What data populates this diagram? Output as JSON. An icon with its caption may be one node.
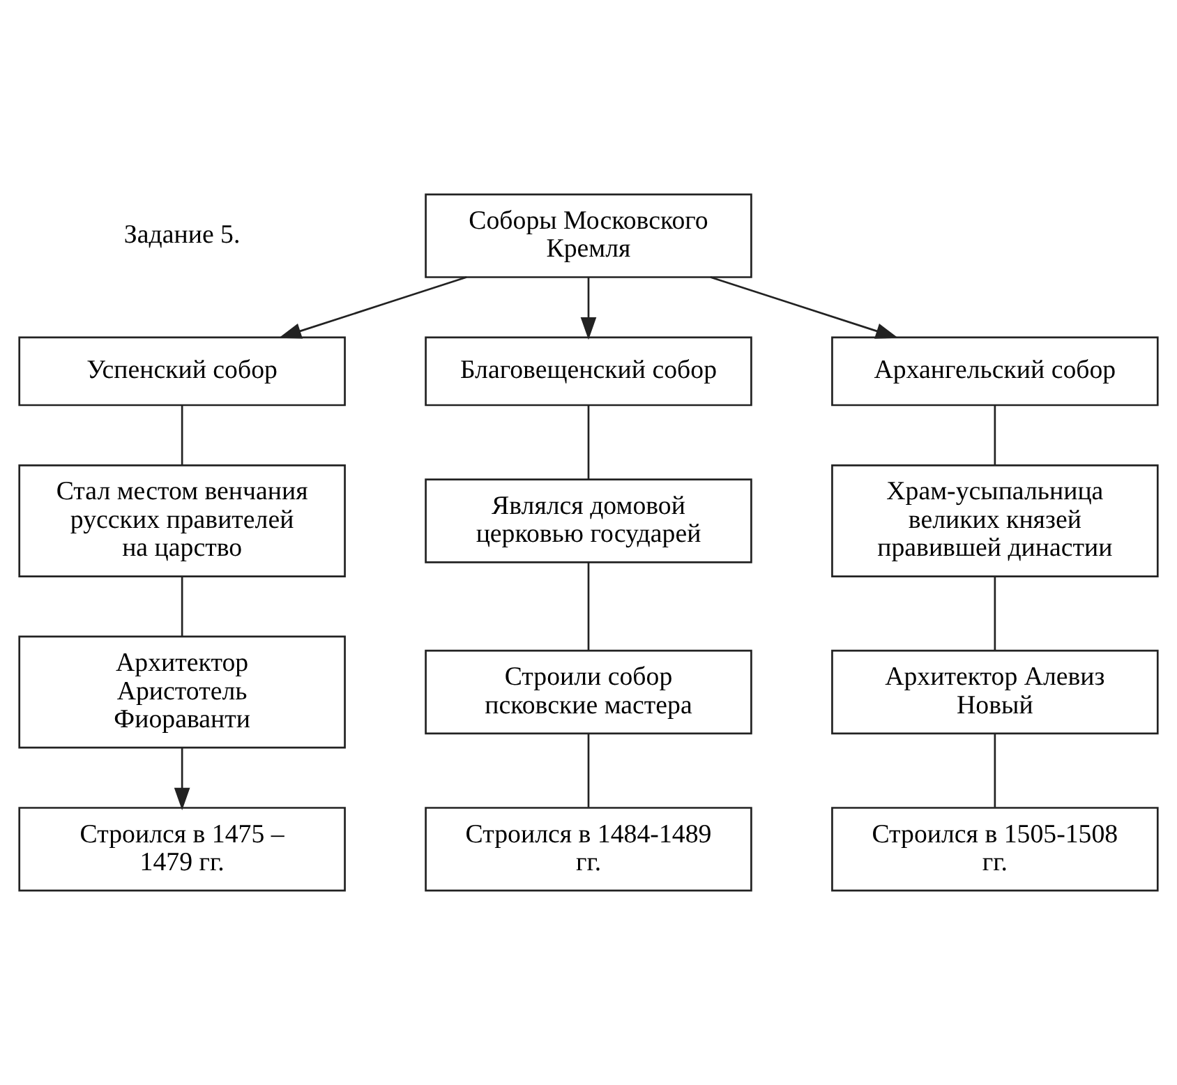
{
  "diagram": {
    "nodes": [
      {
        "text": [
          "Соборы Московского Кремля"
        ]
      },
      {
        "text": [
          "Успенский собор"
        ]
      },
      {
        "text": [
          "Благовещенский собор"
        ]
      },
      {
        "text": [
          "Архангельский собор"
        ]
      },
      {
        "text": [
          "Стал местом венчания русских правителей на царство"
        ]
      },
      {
        "text": [
          "Архитектор Аристотель Фиораванти"
        ]
      },
      {
        "text": [
          "Строился в 1475 – 1479 гг."
        ]
      },
      {
        "text": [
          "Являлся домовой церковью государей"
        ]
      },
      {
        "text": [
          "Строили собор псковские мастера"
        ]
      },
      {
        "text": [
          "Строился в 1484-1489 гг."
        ]
      },
      {
        "text": [
          "Храм-усыпальница великих князей правившей династии"
        ]
      },
      {
        "text": [
          "Архитектор Алевиз Новый"
        ]
      },
      {
        "text": [
          "Строился в 1505-1508 гг."
        ]
      }
    ],
    "edges": [
      {
        "from": 0,
        "to": 1,
        "arrow": "to"
      },
      {
        "from": 0,
        "to": 2,
        "arrow": "to"
      },
      {
        "from": 0,
        "to": 3,
        "arrow": "to"
      },
      {
        "from": 1,
        "to": 4,
        "arrow": "none"
      },
      {
        "from": 4,
        "to": 5,
        "arrow": "none"
      },
      {
        "from": 5,
        "to": 6,
        "arrow": "to"
      },
      {
        "from": 2,
        "to": 7,
        "arrow": "none"
      },
      {
        "from": 7,
        "to": 8,
        "arrow": "none"
      },
      {
        "from": 8,
        "to": 9,
        "arrow": "none"
      },
      {
        "from": 3,
        "to": 10,
        "arrow": "none"
      },
      {
        "from": 10,
        "to": 11,
        "arrow": "none"
      },
      {
        "from": 11,
        "to": 12,
        "arrow": "none"
      }
    ],
    "labels": [
      "Задание 5."
    ]
  }
}
